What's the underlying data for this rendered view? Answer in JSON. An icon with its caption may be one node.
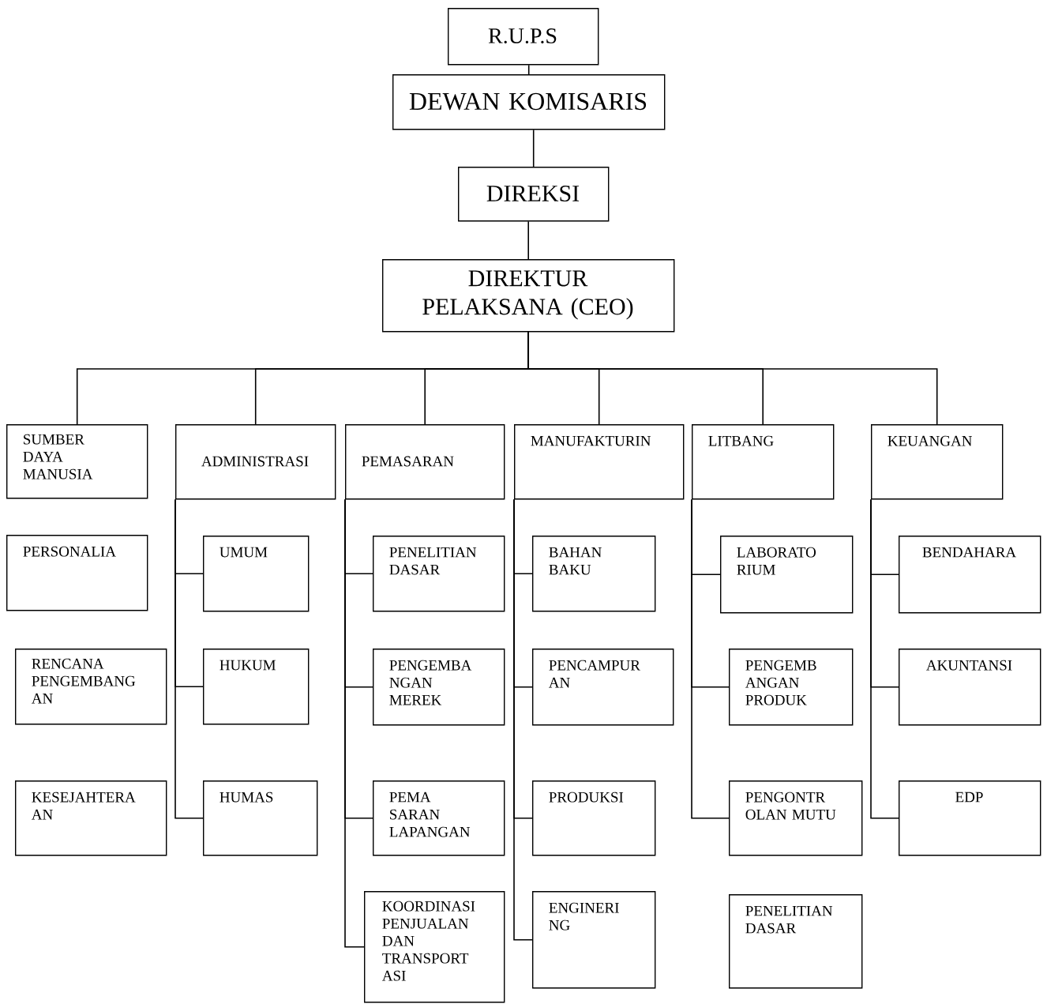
{
  "diagram": {
    "nodes": [
      {
        "text": [
          "R.U.P.S"
        ]
      },
      {
        "text": [
          "DEWAN KOMISARIS"
        ]
      },
      {
        "text": [
          "DIREKSI"
        ]
      },
      {
        "text": [
          "DIREKTUR PELAKSANA (CEO)"
        ]
      },
      {
        "text": [
          "SUMBER DAYA MANUSIA"
        ]
      },
      {
        "text": [
          "ADMINISTRASI"
        ]
      },
      {
        "text": [
          "PEMASARAN"
        ]
      },
      {
        "text": [
          "MANUFAKTURIN"
        ]
      },
      {
        "text": [
          "LITBANG"
        ]
      },
      {
        "text": [
          "KEUANGAN"
        ]
      },
      {
        "text": [
          "PERSONALIA"
        ]
      },
      {
        "text": [
          "RENCANA PENGEMBANG AN"
        ]
      },
      {
        "text": [
          "KESEJAHTERA AN"
        ]
      },
      {
        "text": [
          "UMUM"
        ]
      },
      {
        "text": [
          "HUKUM"
        ]
      },
      {
        "text": [
          "HUMAS"
        ]
      },
      {
        "text": [
          "PENELITIAN DASAR"
        ]
      },
      {
        "text": [
          "PENGEMBA NGAN MEREK"
        ]
      },
      {
        "text": [
          "PEMA SARAN LAPANGAN"
        ]
      },
      {
        "text": [
          "KOORDINASI PENJUALAN DAN TRANSPORT ASI"
        ]
      },
      {
        "text": [
          "BAHAN BAKU"
        ]
      },
      {
        "text": [
          "PENCAMPUR AN"
        ]
      },
      {
        "text": [
          "PRODUKSI"
        ]
      },
      {
        "text": [
          "ENGINERI NG"
        ]
      },
      {
        "text": [
          "LABORATO RIUM"
        ]
      },
      {
        "text": [
          "PENGEMB ANGAN PRODUK"
        ]
      },
      {
        "text": [
          "PENGONTR OLAN MUTU"
        ]
      },
      {
        "text": [
          "PENELITIAN DASAR"
        ]
      },
      {
        "text": [
          "BENDAHARA"
        ]
      },
      {
        "text": [
          "AKUNTANSI"
        ]
      },
      {
        "text": [
          "EDP"
        ]
      }
    ],
    "edges": [
      {
        "from": 0,
        "to": 1,
        "arrow": "none"
      },
      {
        "from": 1,
        "to": 2,
        "arrow": "none"
      },
      {
        "from": 2,
        "to": 3,
        "arrow": "none"
      },
      {
        "from": 3,
        "to": 4,
        "arrow": "none"
      },
      {
        "from": 3,
        "to": 5,
        "arrow": "none"
      },
      {
        "from": 3,
        "to": 6,
        "arrow": "none"
      },
      {
        "from": 3,
        "to": 7,
        "arrow": "none"
      },
      {
        "from": 3,
        "to": 8,
        "arrow": "none"
      },
      {
        "from": 3,
        "to": 9,
        "arrow": "none"
      },
      {
        "from": 5,
        "to": 13,
        "arrow": "none"
      },
      {
        "from": 5,
        "to": 14,
        "arrow": "none"
      },
      {
        "from": 5,
        "to": 15,
        "arrow": "none"
      },
      {
        "from": 6,
        "to": 16,
        "arrow": "none"
      },
      {
        "from": 6,
        "to": 17,
        "arrow": "none"
      },
      {
        "from": 6,
        "to": 18,
        "arrow": "none"
      },
      {
        "from": 6,
        "to": 19,
        "arrow": "none"
      },
      {
        "from": 7,
        "to": 20,
        "arrow": "none"
      },
      {
        "from": 7,
        "to": 21,
        "arrow": "none"
      },
      {
        "from": 7,
        "to": 22,
        "arrow": "none"
      },
      {
        "from": 7,
        "to": 23,
        "arrow": "none"
      },
      {
        "from": 8,
        "to": 24,
        "arrow": "none"
      },
      {
        "from": 8,
        "to": 25,
        "arrow": "none"
      },
      {
        "from": 8,
        "to": 26,
        "arrow": "none"
      },
      {
        "from": 9,
        "to": 28,
        "arrow": "none"
      },
      {
        "from": 9,
        "to": 29,
        "arrow": "none"
      },
      {
        "from": 9,
        "to": 30,
        "arrow": "none"
      }
    ]
  }
}
